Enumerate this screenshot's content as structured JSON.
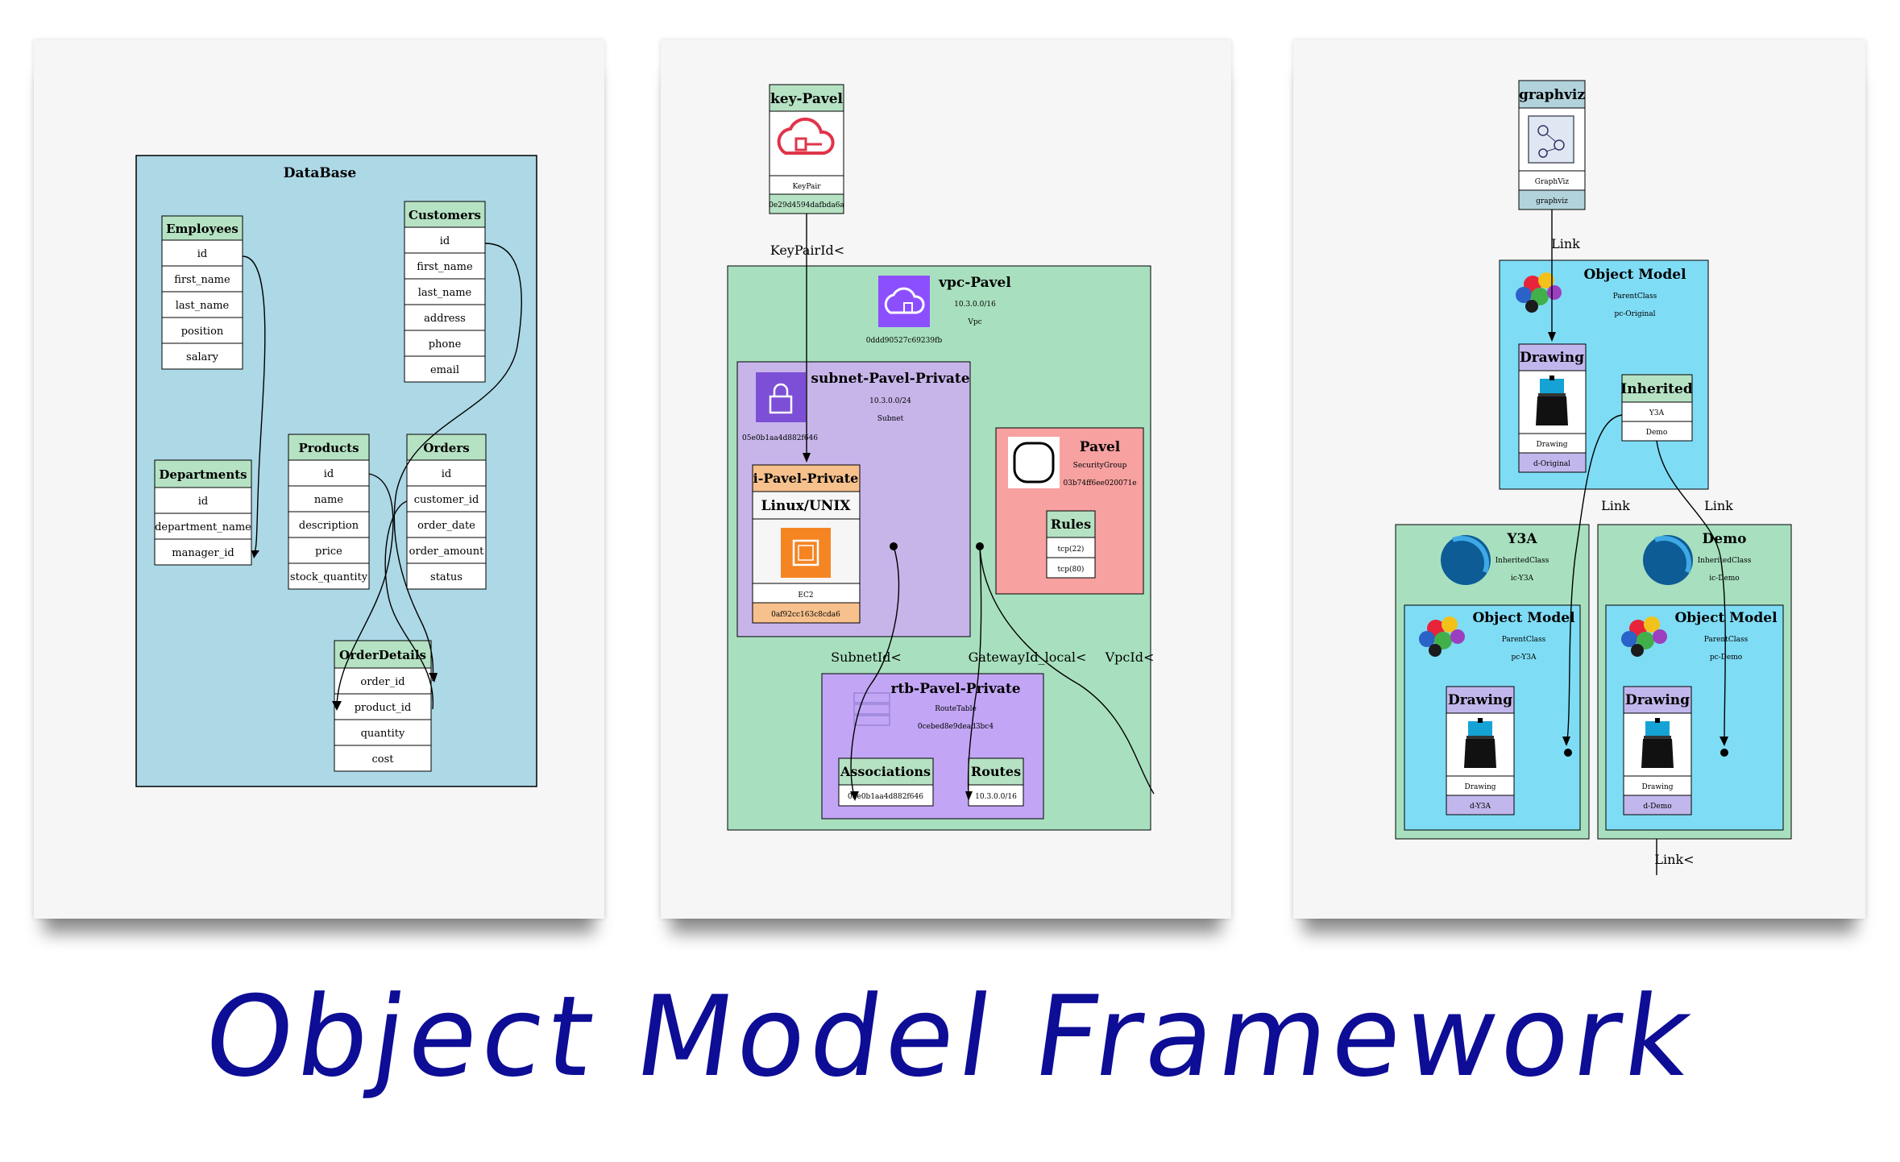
{
  "footer": {
    "title": "Object Model Framework"
  },
  "database": {
    "cluster_title": "DataBase",
    "tables": [
      {
        "name": "Employees",
        "fields": [
          "id",
          "first_name",
          "last_name",
          "position",
          "salary"
        ]
      },
      {
        "name": "Customers",
        "fields": [
          "id",
          "first_name",
          "last_name",
          "address",
          "phone",
          "email"
        ]
      },
      {
        "name": "Departments",
        "fields": [
          "id",
          "department_name",
          "manager_id"
        ]
      },
      {
        "name": "Products",
        "fields": [
          "id",
          "name",
          "description",
          "price",
          "stock_quantity"
        ]
      },
      {
        "name": "Orders",
        "fields": [
          "id",
          "customer_id",
          "order_date",
          "order_amount",
          "status"
        ]
      },
      {
        "name": "OrderDetails",
        "fields": [
          "order_id",
          "product_id",
          "quantity",
          "cost"
        ]
      }
    ]
  },
  "aws": {
    "key": {
      "title": "key-Pavel",
      "type": "KeyPair",
      "id": "0e29d4594dafbda6a"
    },
    "edge_labels": {
      "keypair": "KeyPairId<",
      "subnet": "SubnetId<",
      "gateway": "GatewayId_local<",
      "vpc": "VpcId<"
    },
    "vpc": {
      "title": "vpc-Pavel",
      "cidr": "10.3.0.0/16",
      "type": "Vpc",
      "id": "0ddd90527c69239fb"
    },
    "subnet": {
      "title": "subnet-Pavel-Private",
      "cidr": "10.3.0.0/24",
      "type": "Subnet",
      "id": "05e0b1aa4d882f646"
    },
    "instance": {
      "title": "i-Pavel-Private",
      "os": "Linux/UNIX",
      "type": "EC2",
      "id": "0af92cc163c8cda6"
    },
    "security_group": {
      "title": "Pavel",
      "type": "SecurityGroup",
      "id": "03b74ff6ee020071e",
      "rules_title": "Rules",
      "rules": [
        "tcp(22)",
        "tcp(80)"
      ]
    },
    "route_table": {
      "title": "rtb-Pavel-Private",
      "type": "RouteTable",
      "id": "0cebed8e9dead3bc4",
      "assoc_title": "Associations",
      "assoc_value": "05e0b1aa4d882f646",
      "routes_title": "Routes",
      "routes_value": "10.3.0.0/16"
    }
  },
  "objmodel": {
    "graphviz": {
      "title": "graphviz",
      "type": "GraphViz",
      "id": "graphviz"
    },
    "link_label": "Link",
    "link_bottom": "Link<",
    "root": {
      "title": "Object Model",
      "class": "ParentClass",
      "id": "pc-Original"
    },
    "root_drawing": {
      "title": "Drawing",
      "type": "Drawing",
      "id": "d-Original"
    },
    "inherited": {
      "title": "Inherited",
      "rows": [
        "Y3A",
        "Demo"
      ]
    },
    "y3a": {
      "title": "Y3A",
      "class": "InheritedClass",
      "id": "ic-Y3A",
      "om_title": "Object Model",
      "om_class": "ParentClass",
      "om_id": "pc-Y3A",
      "drawing_title": "Drawing",
      "drawing_type": "Drawing",
      "drawing_id": "d-Y3A"
    },
    "demo": {
      "title": "Demo",
      "class": "InheritedClass",
      "id": "ic-Demo",
      "om_title": "Object Model",
      "om_class": "ParentClass",
      "om_id": "pc-Demo",
      "drawing_title": "Drawing",
      "drawing_type": "Drawing",
      "drawing_id": "d-Demo"
    }
  },
  "colors": {
    "db_bg": "#add8e6",
    "header_green": "#b6e2c4",
    "vpc_green": "#a8e0bf",
    "subnet_purple": "#c7b5ea",
    "rtb_purple": "#c2a6f5",
    "sg_red": "#f7a1a1",
    "ec2_orange": "#f7c18d",
    "om_cyan": "#7fdcf5",
    "drawing_lilac": "#c2b7ec",
    "graphviz_blue": "#b2d3dc",
    "title_blue": "#0d0d96"
  }
}
